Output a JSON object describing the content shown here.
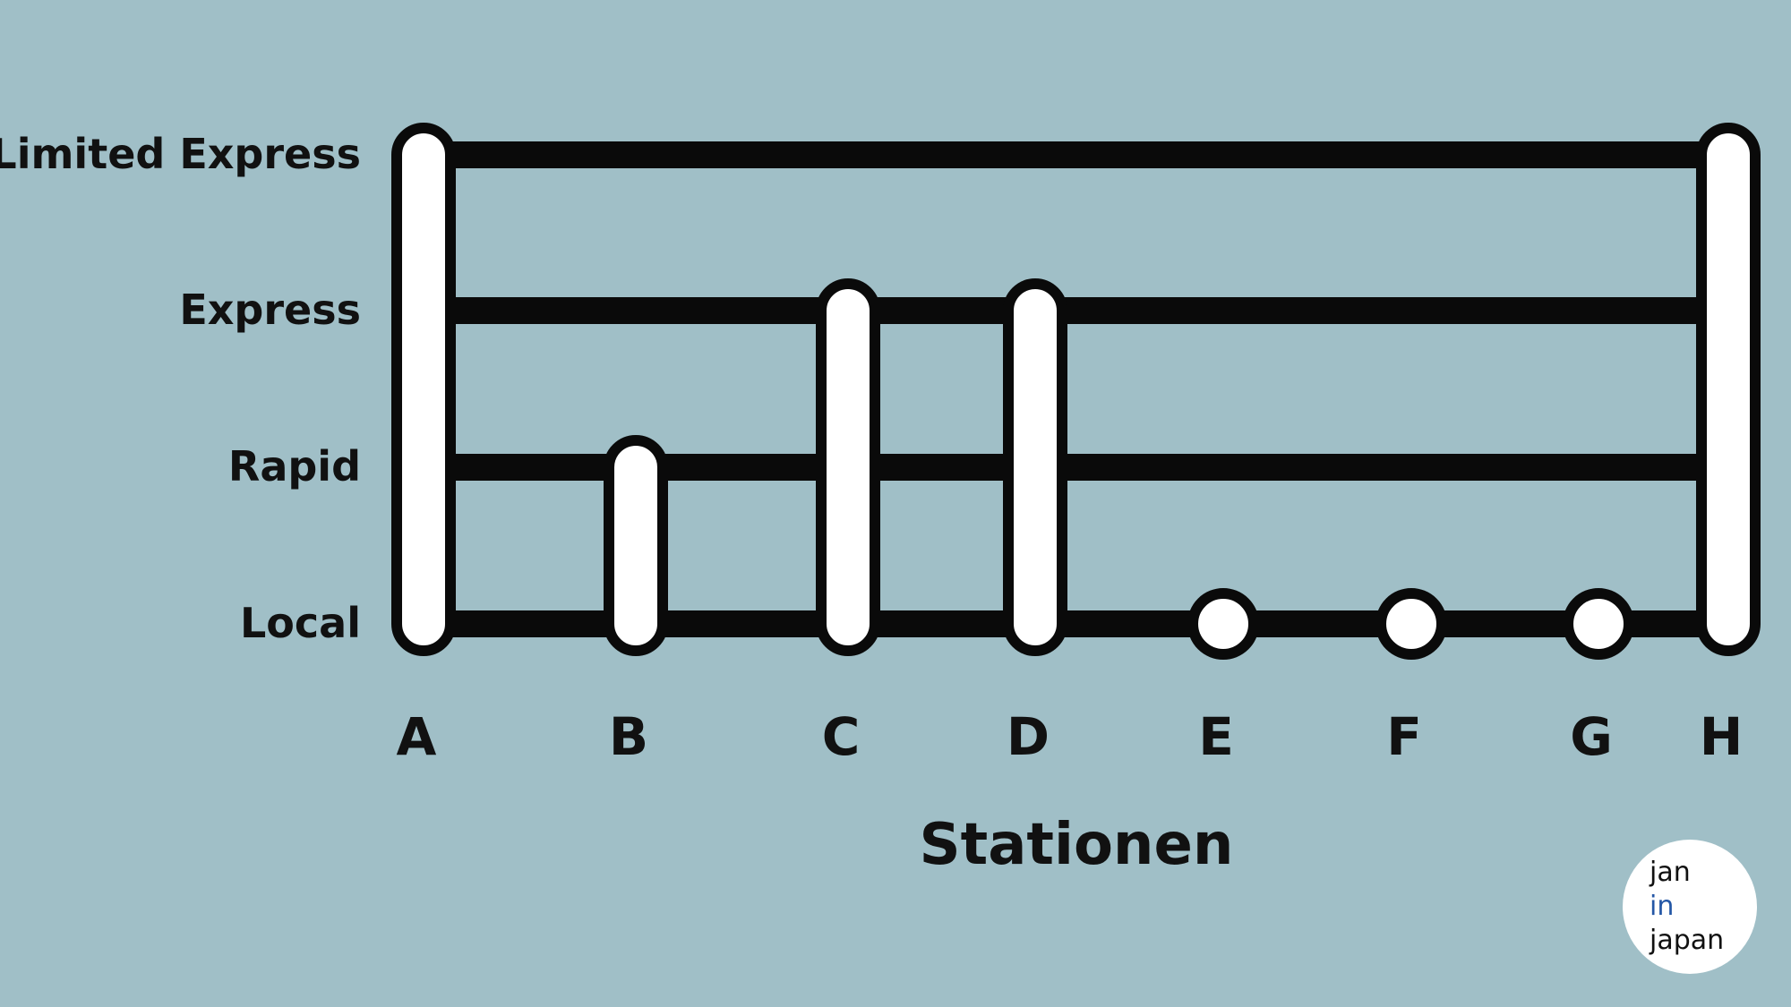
{
  "diagram": {
    "service_types": [
      {
        "id": "limited",
        "label": "Limited Express"
      },
      {
        "id": "express",
        "label": "Express"
      },
      {
        "id": "rapid",
        "label": "Rapid"
      },
      {
        "id": "local",
        "label": "Local"
      }
    ],
    "stations": [
      {
        "label": "A",
        "served_by": [
          "limited",
          "express",
          "rapid",
          "local"
        ]
      },
      {
        "label": "B",
        "served_by": [
          "rapid",
          "local"
        ]
      },
      {
        "label": "C",
        "served_by": [
          "express",
          "rapid",
          "local"
        ]
      },
      {
        "label": "D",
        "served_by": [
          "express",
          "rapid",
          "local"
        ]
      },
      {
        "label": "E",
        "served_by": [
          "local"
        ]
      },
      {
        "label": "F",
        "served_by": [
          "local"
        ]
      },
      {
        "label": "G",
        "served_by": [
          "local"
        ]
      },
      {
        "label": "H",
        "served_by": [
          "limited",
          "express",
          "rapid",
          "local"
        ]
      }
    ],
    "axis_title": "Stationen",
    "colors": {
      "background": "#a0bfc7",
      "line": "#0a0a0a",
      "stop_fill": "#ffffff"
    }
  },
  "logo": {
    "line1": "jan",
    "line2": "in",
    "line3": "japan"
  }
}
